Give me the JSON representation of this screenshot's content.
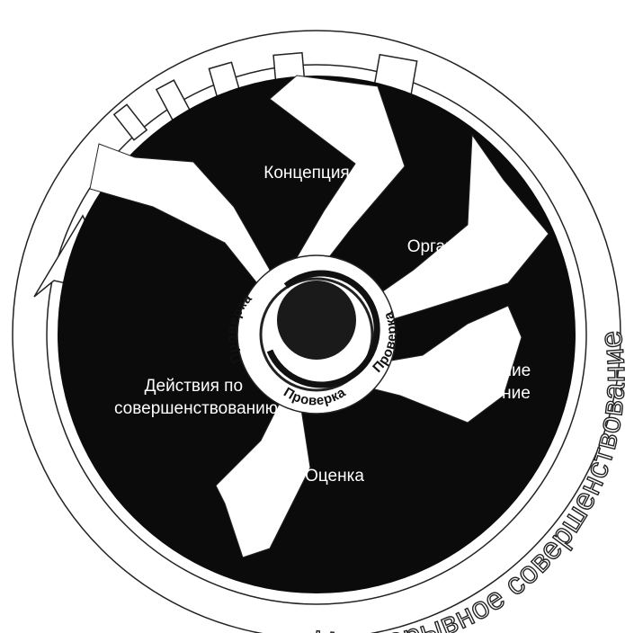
{
  "diagram": {
    "outer_ring_label": "Непрерывное совершенствование",
    "stages": [
      {
        "id": "concept",
        "lines": [
          "Концепция"
        ]
      },
      {
        "id": "organization",
        "lines": [
          "Организация"
        ]
      },
      {
        "id": "planning",
        "lines": [
          "Планирование",
          "и применение"
        ]
      },
      {
        "id": "evaluation",
        "lines": [
          "Оценка"
        ]
      },
      {
        "id": "improvement",
        "lines": [
          "Действия по",
          "совершенствованию"
        ]
      }
    ],
    "center_ring_labels": [
      "Проверка",
      "Проверка",
      "Проверка"
    ],
    "colors": {
      "disc": "#0b0b0b",
      "arrow": "#ffffff",
      "outline": "#222222",
      "text_on_dark": "#ffffff",
      "text_on_light": "#111111"
    }
  }
}
